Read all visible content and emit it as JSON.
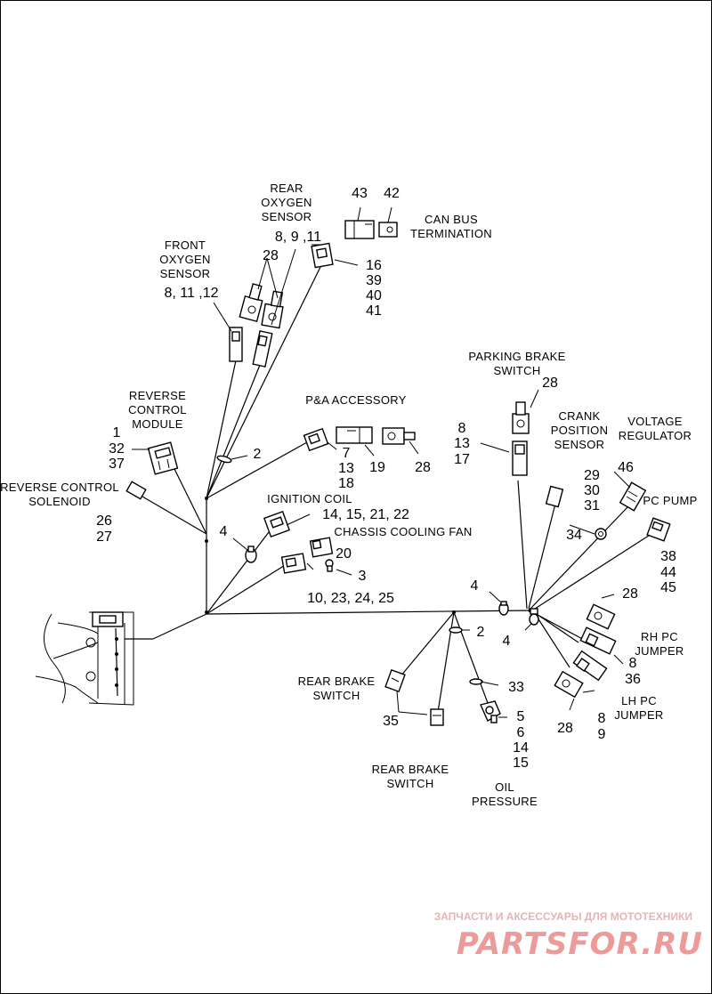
{
  "labels": {
    "rear_oxygen_sensor": [
      "REAR",
      "OXYGEN",
      "SENSOR"
    ],
    "front_oxygen_sensor": [
      "FRONT",
      "OXYGEN",
      "SENSOR"
    ],
    "can_bus_termination": [
      "CAN BUS",
      "TERMINATION"
    ],
    "reverse_control_module": [
      "REVERSE",
      "CONTROL",
      "MODULE"
    ],
    "pa_accessory": [
      "P&A ACCESSORY"
    ],
    "parking_brake_switch": [
      "PARKING BRAKE",
      "SWITCH"
    ],
    "crank_position_sensor": [
      "CRANK",
      "POSITION",
      "SENSOR"
    ],
    "voltage_regulator": [
      "VOLTAGE",
      "REGULATOR"
    ],
    "reverse_control_solenoid": [
      "REVERSE CONTROL",
      "SOLENOID"
    ],
    "ignition_coil": [
      "IGNITION COIL"
    ],
    "chassis_cooling_fan": [
      "CHASSIS COOLING FAN"
    ],
    "pc_pump": [
      "PC PUMP"
    ],
    "rh_pc_jumper": [
      "RH PC",
      "JUMPER"
    ],
    "lh_pc_jumper": [
      "LH PC",
      "JUMPER"
    ],
    "rear_brake_switch_upper": [
      "REAR BRAKE",
      "SWITCH"
    ],
    "rear_brake_switch_lower": [
      "REAR BRAKE",
      "SWITCH"
    ],
    "oil_pressure": [
      "OIL",
      "PRESSURE"
    ]
  },
  "callouts": {
    "rear_o2": "8, 9 ,11",
    "front_o2": "8, 11 ,12",
    "n28_o2": "28",
    "n43": "43",
    "n42": "42",
    "n16": [
      "16",
      "39",
      "40",
      "41"
    ],
    "n1": [
      "1",
      "32",
      "37"
    ],
    "n2_upper": "2",
    "n7": [
      "7",
      "13",
      "18"
    ],
    "n19": "19",
    "n28_pa": "28",
    "n28_park": "28",
    "n8_park": [
      "8",
      "13",
      "17"
    ],
    "n26": [
      "26",
      "27"
    ],
    "n14": "14, 15, 21, 22",
    "n4_left": "4",
    "n20": "20",
    "n3": "3",
    "n10": "10, 23, 24, 25",
    "n29": [
      "29",
      "30",
      "31"
    ],
    "n46": "46",
    "n34": "34",
    "n38": [
      "38",
      "44",
      "45"
    ],
    "n4_center": "4",
    "n4_right": "4",
    "n2_lower": "2",
    "n28_rh": "28",
    "n8_rh": [
      "8",
      "36"
    ],
    "n33": "33",
    "n35": "35",
    "n5": [
      "5",
      "6",
      "14",
      "15"
    ],
    "n28_lh": "28",
    "n8_lh": [
      "8",
      "9"
    ]
  },
  "watermark": {
    "tagline": "ЗАПЧАСТИ И АКСЕССУАРЫ ДЛЯ МОТОТЕХНИКИ",
    "brand": "PARTSFOR.RU"
  },
  "colors": {
    "line": "#000000",
    "background": "#ffffff",
    "watermark": "#ec9a9a"
  }
}
